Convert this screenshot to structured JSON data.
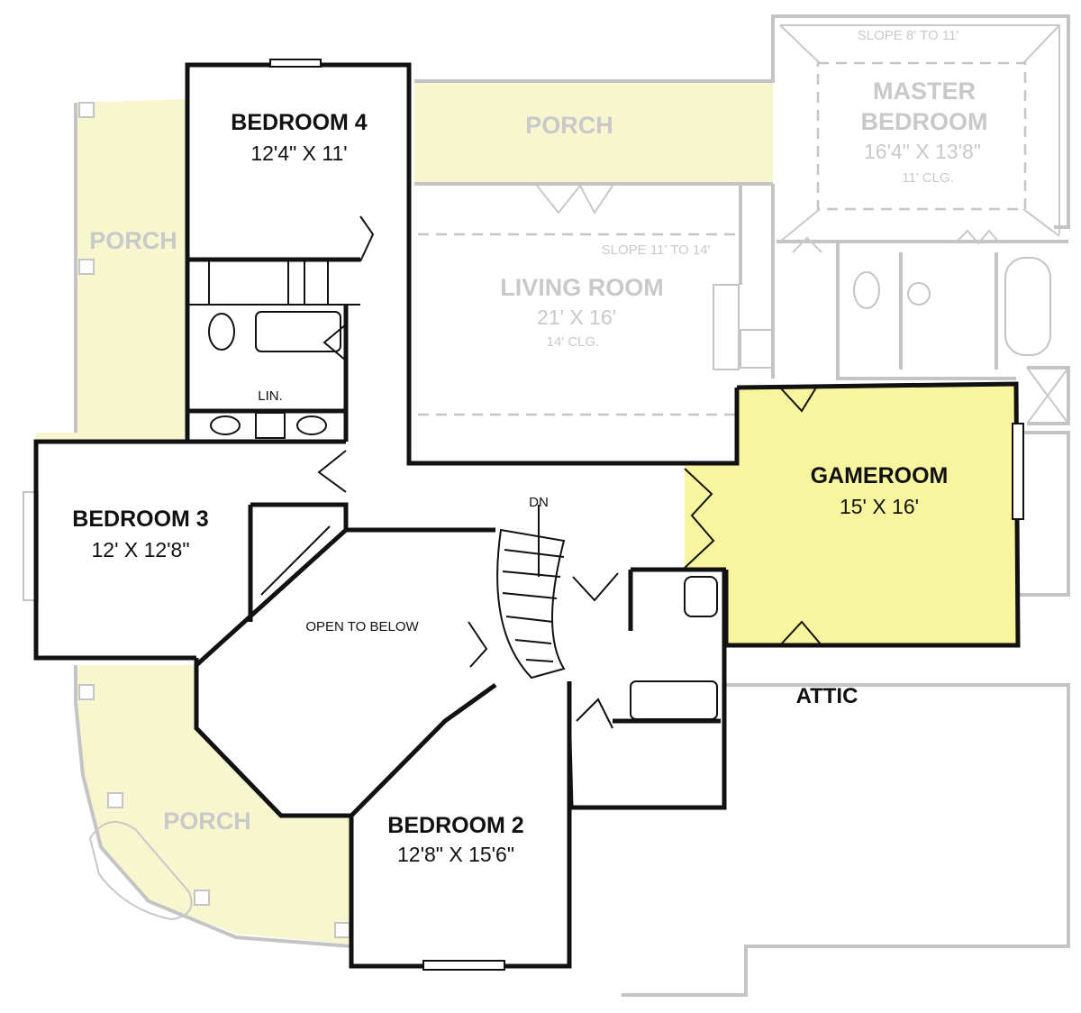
{
  "rooms": {
    "bedroom4": {
      "name": "BEDROOM 4",
      "dims": "12'4\" X 11'"
    },
    "bedroom3": {
      "name": "BEDROOM 3",
      "dims": "12' X 12'8\""
    },
    "bedroom2": {
      "name": "BEDROOM 2",
      "dims": "12'8\" X 15'6\""
    },
    "gameroom": {
      "name": "GAMEROOM",
      "dims": "15' X 16'"
    },
    "living_room": {
      "name": "LIVING ROOM",
      "dims": "21' X 16'",
      "ceiling": "14' CLG.",
      "slope": "SLOPE 11' TO 14'"
    },
    "master_bedroom": {
      "name_line1": "MASTER",
      "name_line2": "BEDROOM",
      "dims": "16'4\" X 13'8\"",
      "ceiling": "11' CLG.",
      "slope": "SLOPE 8' TO 11'"
    }
  },
  "labels": {
    "porch": "PORCH",
    "open_to_below": "OPEN TO BELOW",
    "down": "DN",
    "linen": "LIN.",
    "attic": "ATTIC"
  },
  "colors": {
    "porch_fill": "#f8f6cf",
    "gameroom_fill": "#f8f59f",
    "wall": "#111111",
    "faded": "#c4c4c4"
  }
}
